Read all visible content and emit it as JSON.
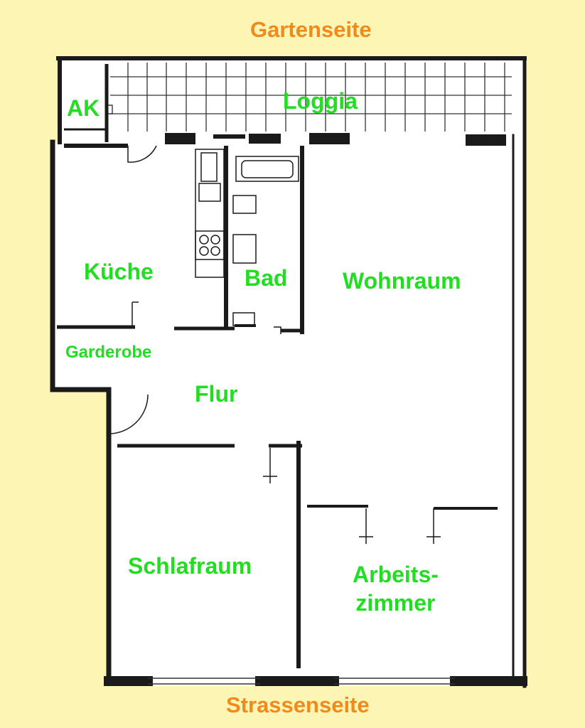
{
  "orientation": {
    "top": "Gartenseite",
    "bottom": "Strassenseite"
  },
  "rooms": {
    "ak": "AK",
    "loggia": "Loggia",
    "kueche": "Küche",
    "bad": "Bad",
    "wohnraum": "Wohnraum",
    "garderobe": "Garderobe",
    "flur": "Flur",
    "schlafraum": "Schlafraum",
    "arbeitszimmer_line1": "Arbeits-",
    "arbeitszimmer_line2": "zimmer"
  },
  "colors": {
    "background": "#FDF5B4",
    "orientation_label": "#F08A1C",
    "room_label": "#22DD22",
    "wall": "#1a1a1a",
    "floor": "#FFFFFF"
  }
}
